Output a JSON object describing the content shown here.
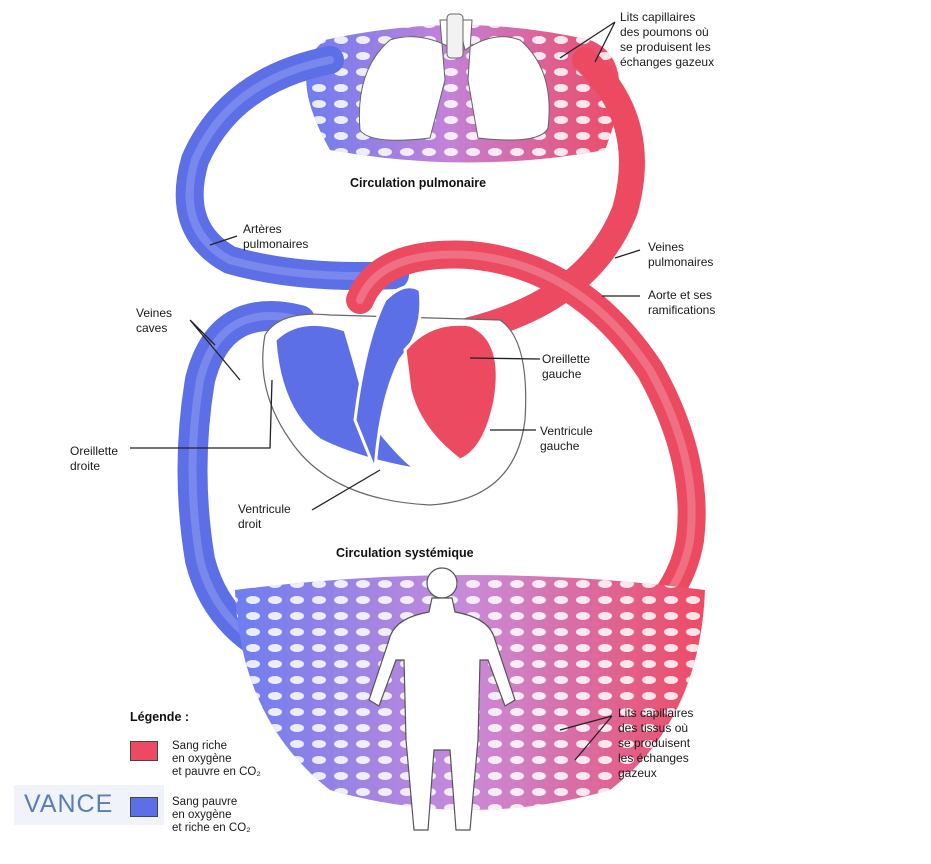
{
  "titles": {
    "pulmonary": "Circulation pulmonaire",
    "systemic": "Circulation systémique"
  },
  "labels": {
    "lung_capillaries": "Lits capillaires\ndes poumons où\nse produisent les\néchanges gazeux",
    "pulmonary_arteries": "Artères\npulmonaires",
    "pulmonary_veins": "Veines\npulmonaires",
    "aorta": "Aorte et ses\nramifications",
    "venae_cavae": "Veines\ncaves",
    "left_atrium": "Oreillette\ngauche",
    "right_atrium": "Oreillette\ndroite",
    "left_ventricle": "Ventricule\ngauche",
    "right_ventricle": "Ventricule\ndroit",
    "tissue_capillaries": "Lits capillaires\ndes tissus où\nse produisent\nles échanges\ngazeux"
  },
  "legend": {
    "title": "Légende :",
    "oxygen_rich": "Sang riche\nen oxygène\net pauvre en CO₂",
    "oxygen_poor": "Sang pauvre\nen oxygène\net riche en CO₂"
  },
  "watermark": "VANCE",
  "colors": {
    "oxygen_rich": "#ec4a61",
    "oxygen_poor": "#5d6fe6",
    "capillary_mix": "#b77be0"
  }
}
